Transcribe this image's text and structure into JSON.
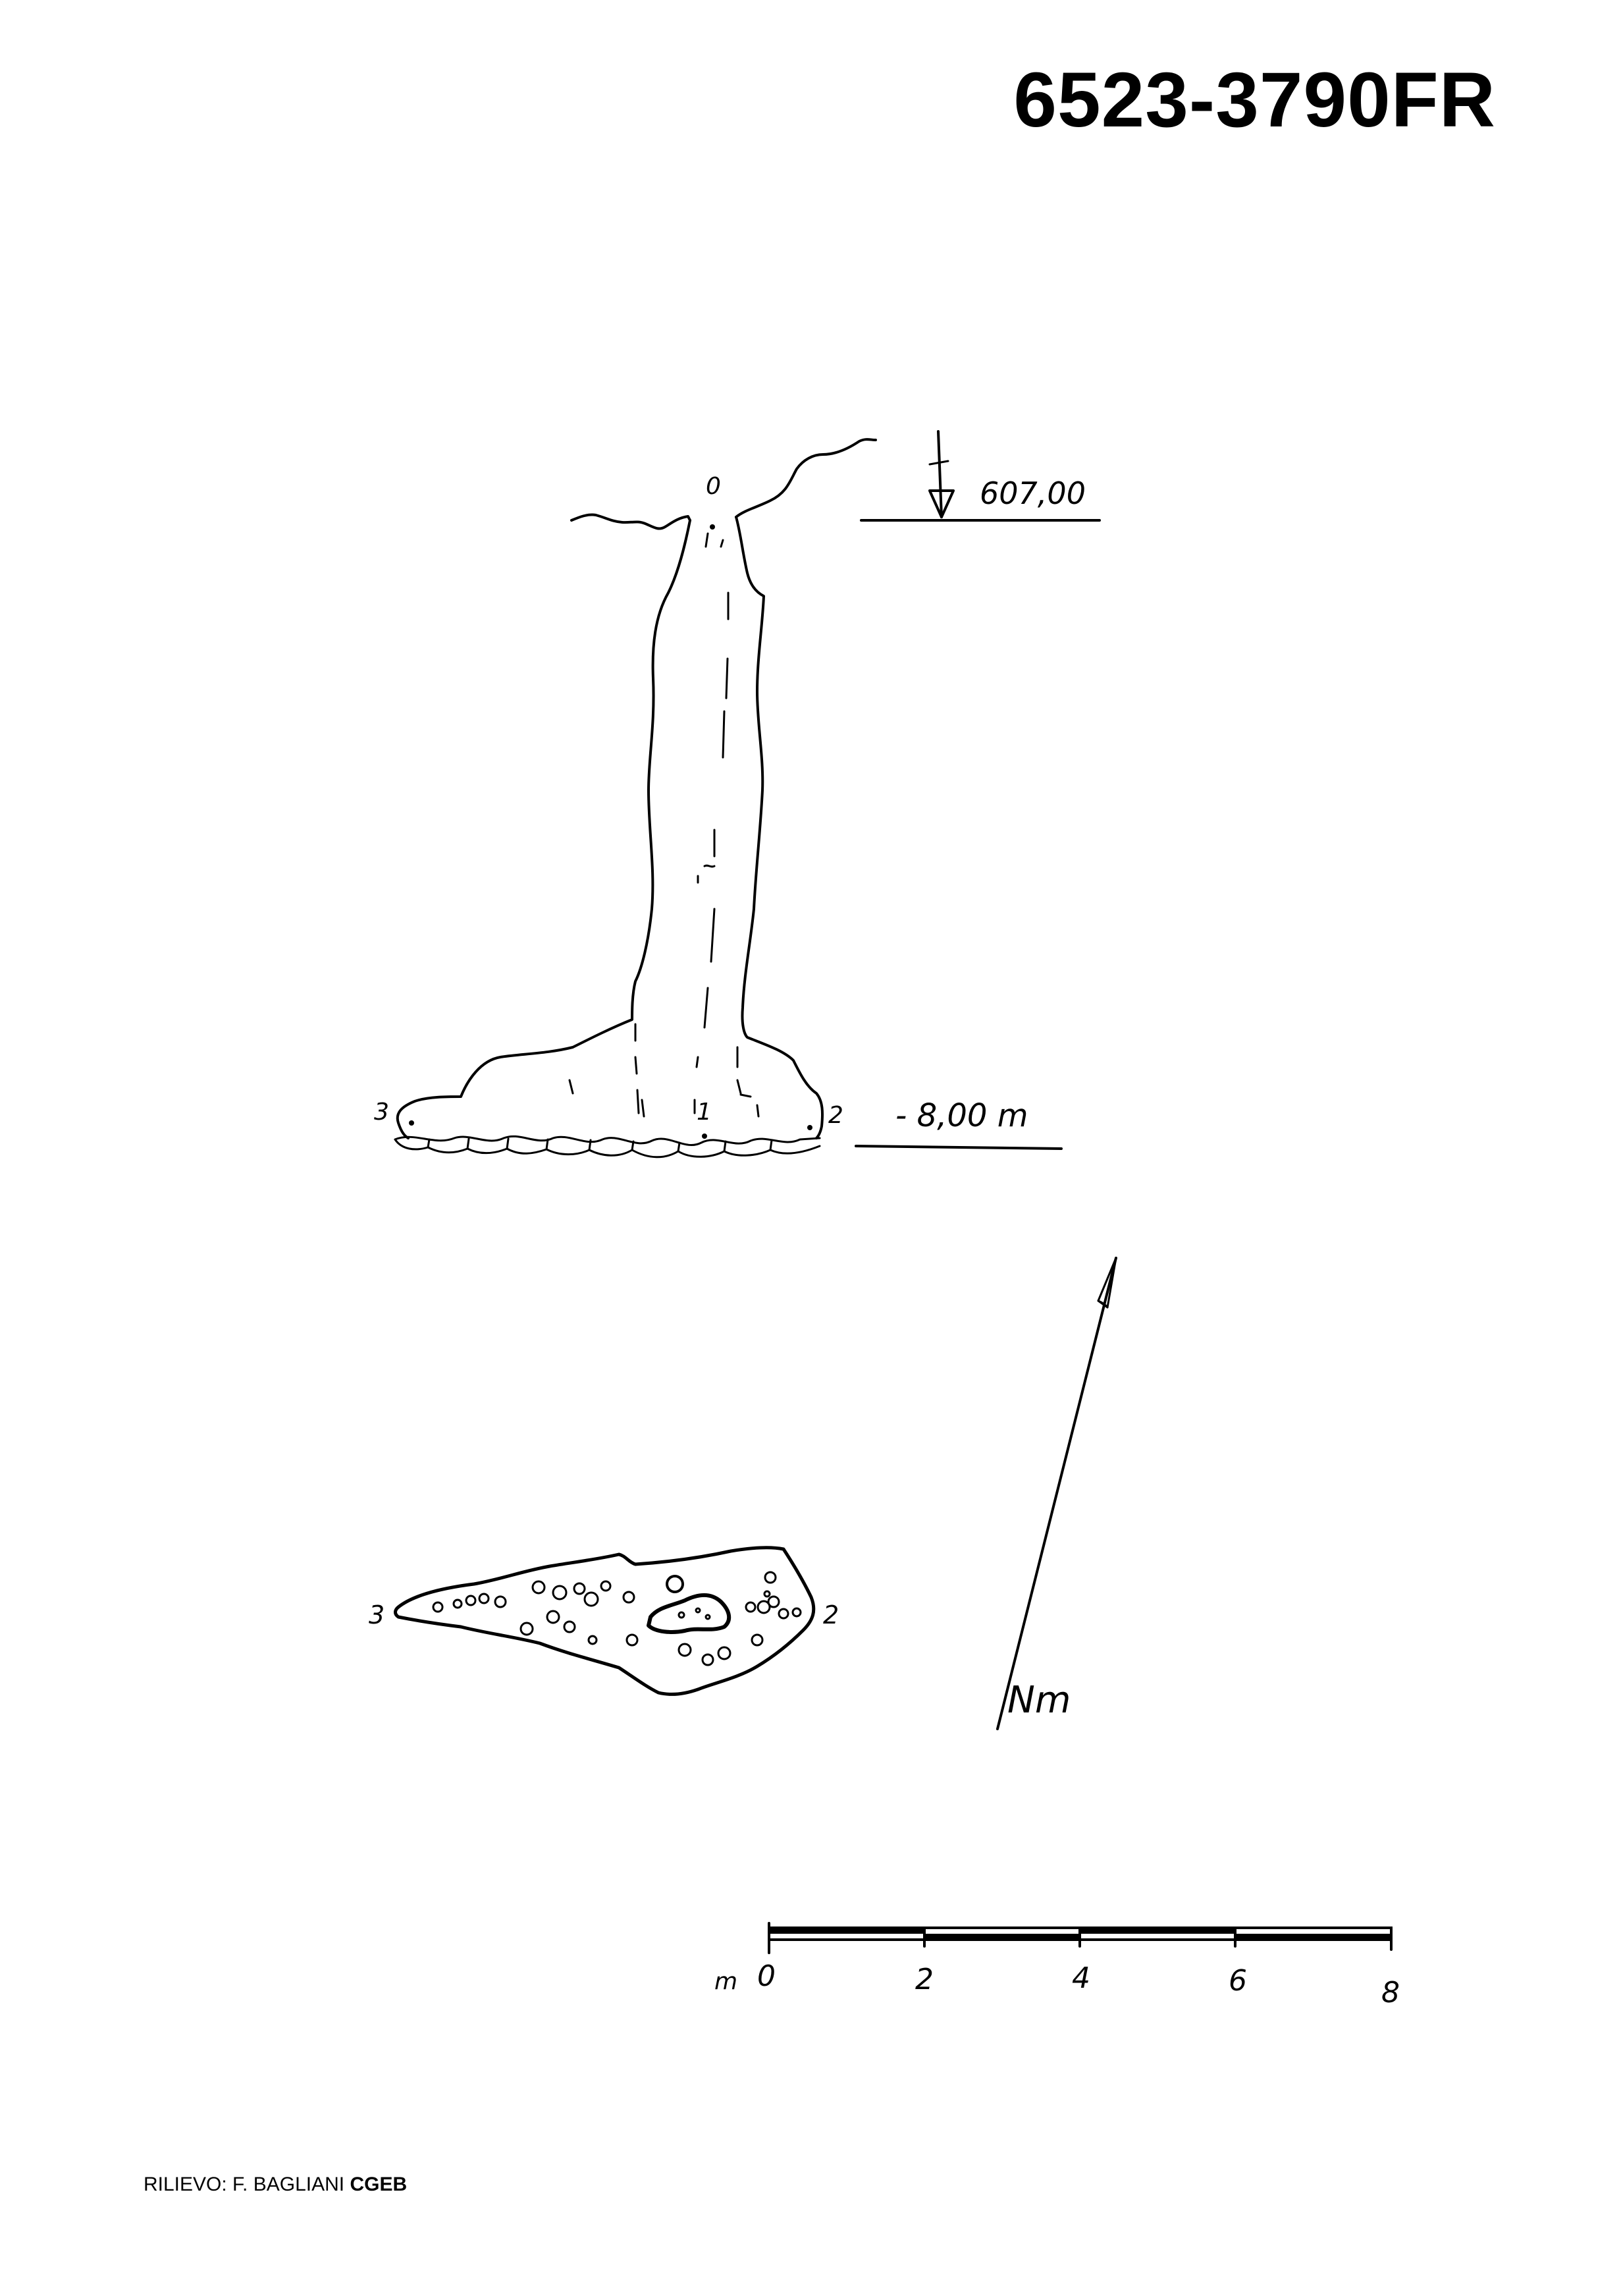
{
  "header": {
    "cave_id": "6523-3790FR"
  },
  "section": {
    "elevation_label": "607,00",
    "depth_label": "- 8,00 m",
    "stations": [
      "0",
      "1",
      "2",
      "3"
    ]
  },
  "plan": {
    "stations": [
      "3",
      "2"
    ],
    "north_label": "Nm"
  },
  "scale_bar": {
    "unit": "m",
    "ticks": [
      "0",
      "2",
      "4",
      "6",
      "8"
    ]
  },
  "footer": {
    "credit_prefix": "RILIEVO: F. BAGLIANI",
    "credit_org": "CGEB"
  }
}
